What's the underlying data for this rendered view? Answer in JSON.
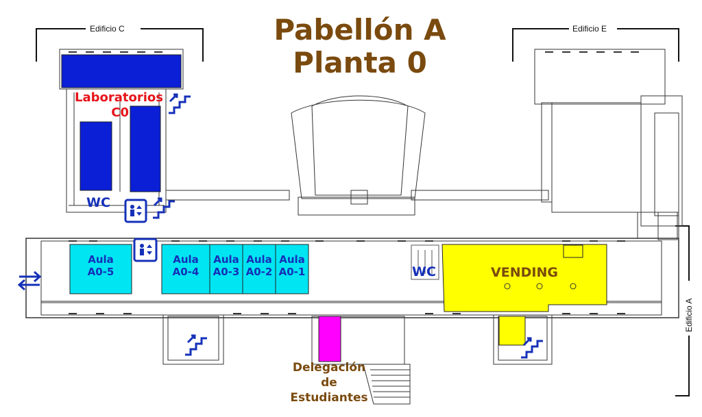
{
  "map": {
    "title_line1": "Pabellón A",
    "title_line2": "Planta 0",
    "buildings": {
      "edificio_c": "Edificio C",
      "edificio_e": "Edificio E",
      "edificio_a": "Edificio A"
    },
    "rooms": {
      "laboratorios_line1": "Laboratorios",
      "laboratorios_line2": "C0",
      "wc_upper": "WC",
      "wc_lower": "WC",
      "aulas": [
        {
          "line1": "Aula",
          "line2": "A0-5"
        },
        {
          "line1": "Aula",
          "line2": "A0-4"
        },
        {
          "line1": "Aula",
          "line2": "A0-3"
        },
        {
          "line1": "Aula",
          "line2": "A0-2"
        },
        {
          "line1": "Aula",
          "line2": "A0-1"
        }
      ],
      "vending": "VENDING",
      "delegacion_line1": "Delegación",
      "delegacion_line2": "de",
      "delegacion_line3": "Estudiantes"
    },
    "icons": {
      "stairs": "stairs-icon",
      "elevator": "elevator-icon",
      "exit": "exit-arrows-icon"
    },
    "colors": {
      "laboratorios": "#0a1fd6",
      "aulas": "#00e5f2",
      "vending": "#ffff00",
      "delegacion": "#ff00ff",
      "title": "#7a4a0e",
      "labels_blue": "#1530b8",
      "labels_red": "#e6141a",
      "walls": "#333333"
    }
  }
}
